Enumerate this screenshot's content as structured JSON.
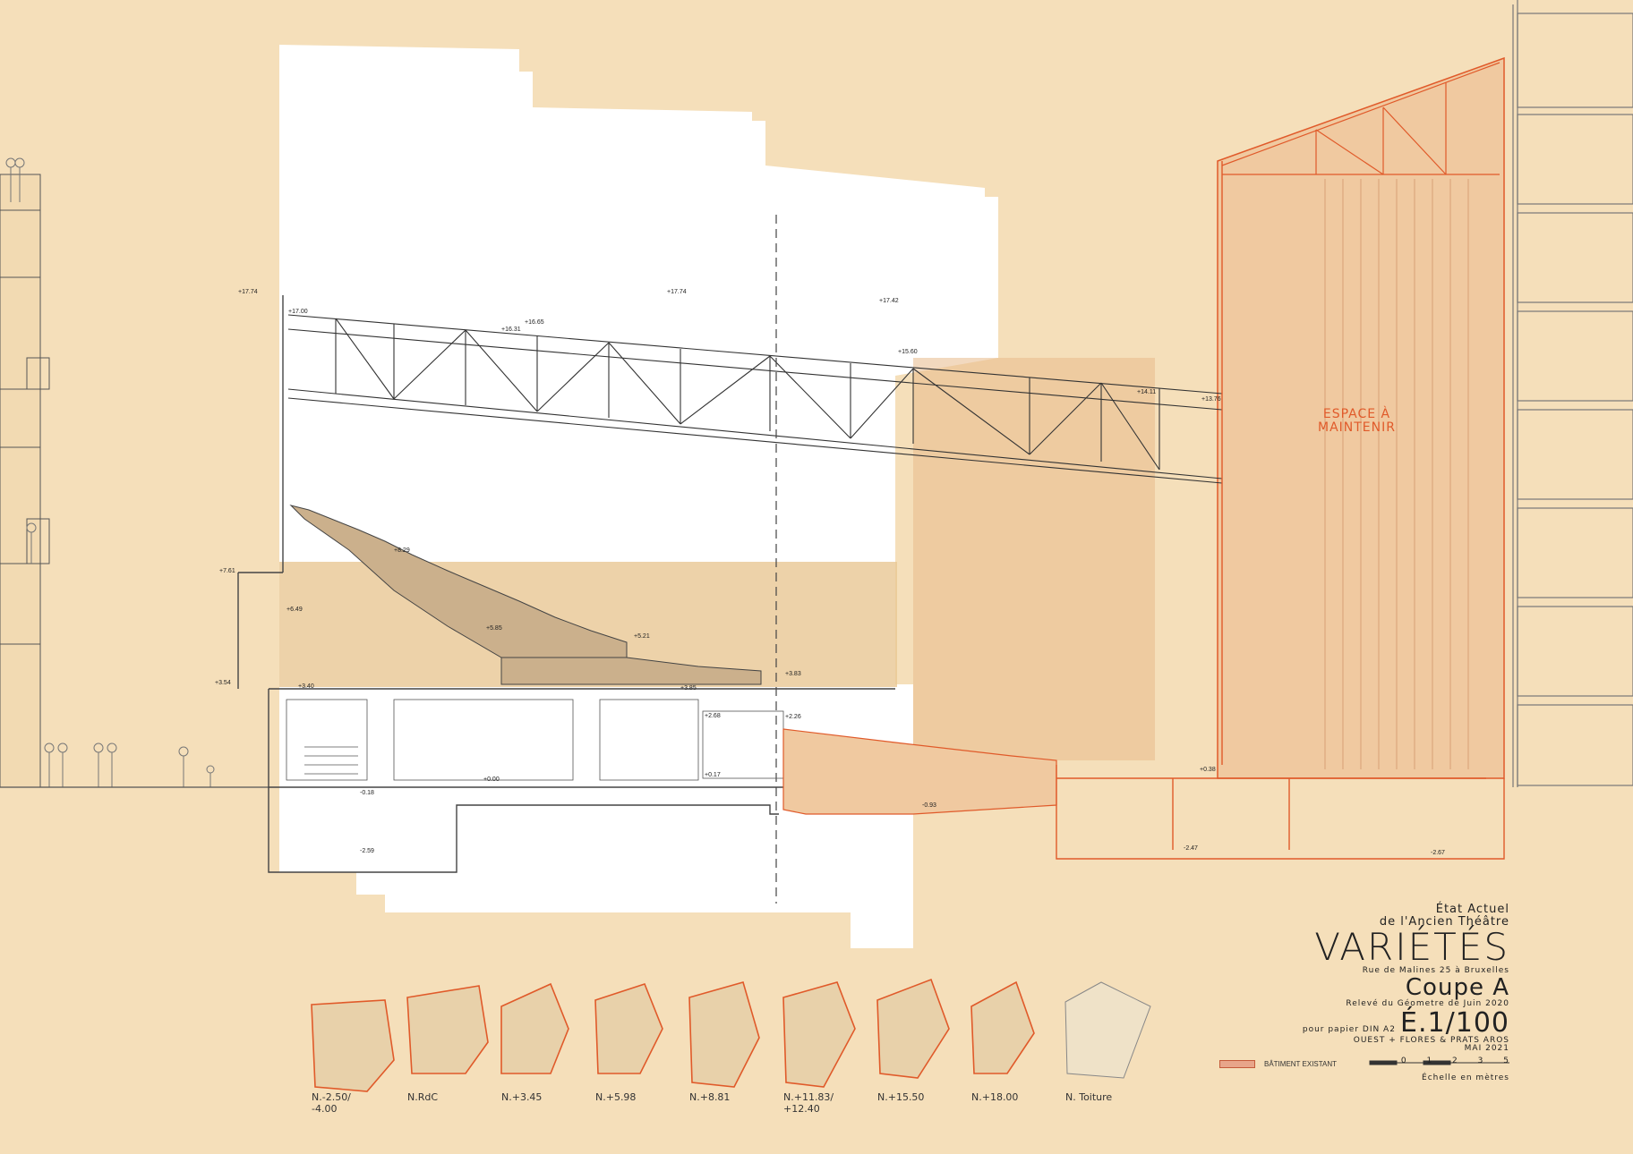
{
  "title_block": {
    "line1": "État Actuel",
    "line2": "de l'Ancien Théâtre",
    "name": "VARIÉTÉS",
    "address": "Rue de Malines 25 à Bruxelles",
    "section": "Coupe A",
    "survey": "Relevé du Géometre de Juin 2020",
    "paper": "pour papier DIN A2",
    "scale": "É.1/100",
    "authors": "OUEST + FLORES & PRATS AROS",
    "date": "MAI 2021",
    "scale_caption": "Échelle en mètres",
    "scale_ticks": [
      "0",
      "1",
      "2",
      "3",
      "5"
    ]
  },
  "legend": {
    "existing": "BÂTIMENT EXISTANT"
  },
  "annotation": {
    "line1": "ESPACE À",
    "line2": "MAINTENIR"
  },
  "elevations": {
    "e1": "+17.74",
    "e2": "+17.00",
    "e3": "+17.74",
    "e4": "+17.42",
    "e5": "+16.65",
    "e6": "+16.31",
    "e7": "+15.60",
    "e8": "+14.11",
    "e9": "+13.76",
    "e10": "+8.29",
    "e11": "+7.61",
    "e12": "+6.49",
    "e13": "+5.85",
    "e14": "+5.21",
    "e15": "+3.85",
    "e16": "+3.83",
    "e17": "+3.54",
    "e18": "+3.40",
    "e19": "+2.68",
    "e20": "+2.26",
    "e21": "+0.38",
    "e22": "+0.17",
    "e23": "+0.00",
    "e24": "-0.18",
    "e25": "-0.93",
    "e26": "-2.59",
    "e27": "-2.47",
    "e28": "-2.67"
  },
  "plans": [
    {
      "line1": "N.-2.50/",
      "line2": "-4.00"
    },
    {
      "line1": "N.RdC",
      "line2": ""
    },
    {
      "line1": "N.+3.45",
      "line2": ""
    },
    {
      "line1": "N.+5.98",
      "line2": ""
    },
    {
      "line1": "N.+8.81",
      "line2": ""
    },
    {
      "line1": "N.+11.83/",
      "line2": "+12.40"
    },
    {
      "line1": "N.+15.50",
      "line2": ""
    },
    {
      "line1": "N.+18.00",
      "line2": ""
    },
    {
      "line1": "N. Toiture",
      "line2": ""
    }
  ],
  "colors": {
    "paper": "#f5dfba",
    "stage_fill": "#f0c9a0",
    "accent_red": "#e05a2a",
    "line": "#444444"
  }
}
